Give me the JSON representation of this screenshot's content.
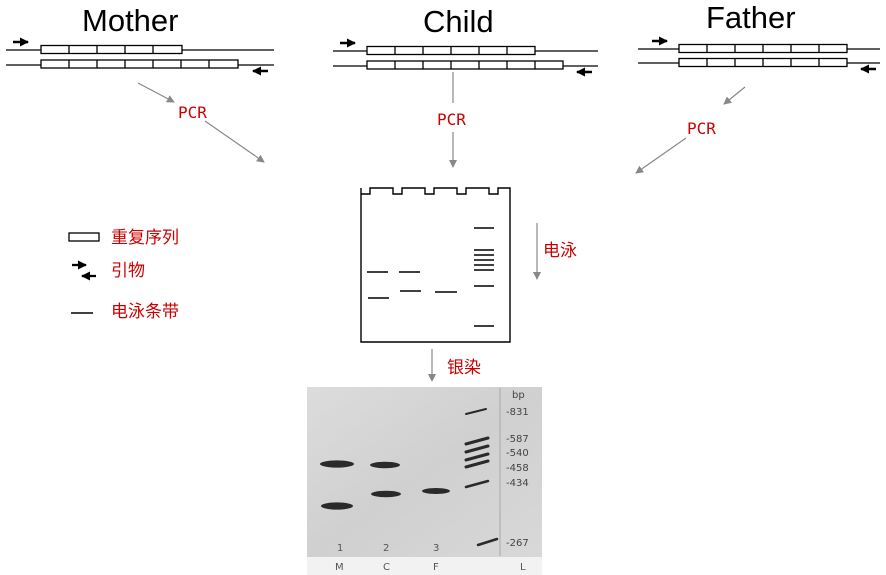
{
  "titles": {
    "mother": "Mother",
    "child": "Child",
    "father": "Father"
  },
  "process": {
    "pcr": "PCR",
    "electrophoresis": "电泳",
    "silver_stain": "银染"
  },
  "legend": {
    "repeat_sequence": "重复序列",
    "primer": "引物",
    "electrophoresis_band": "电泳条带"
  },
  "photo": {
    "unit": "bp",
    "markers": [
      "-831",
      "-587",
      "-540",
      "-458",
      "-434",
      "-267"
    ],
    "lane_numbers": [
      "1",
      "2",
      "3"
    ],
    "lane_letters": [
      "M",
      "C",
      "F",
      "L"
    ]
  },
  "colors": {
    "text_red": "#cc0000",
    "line": "#000000",
    "arrow_gray": "#888888",
    "photo_bg": "#d6d6d6"
  }
}
